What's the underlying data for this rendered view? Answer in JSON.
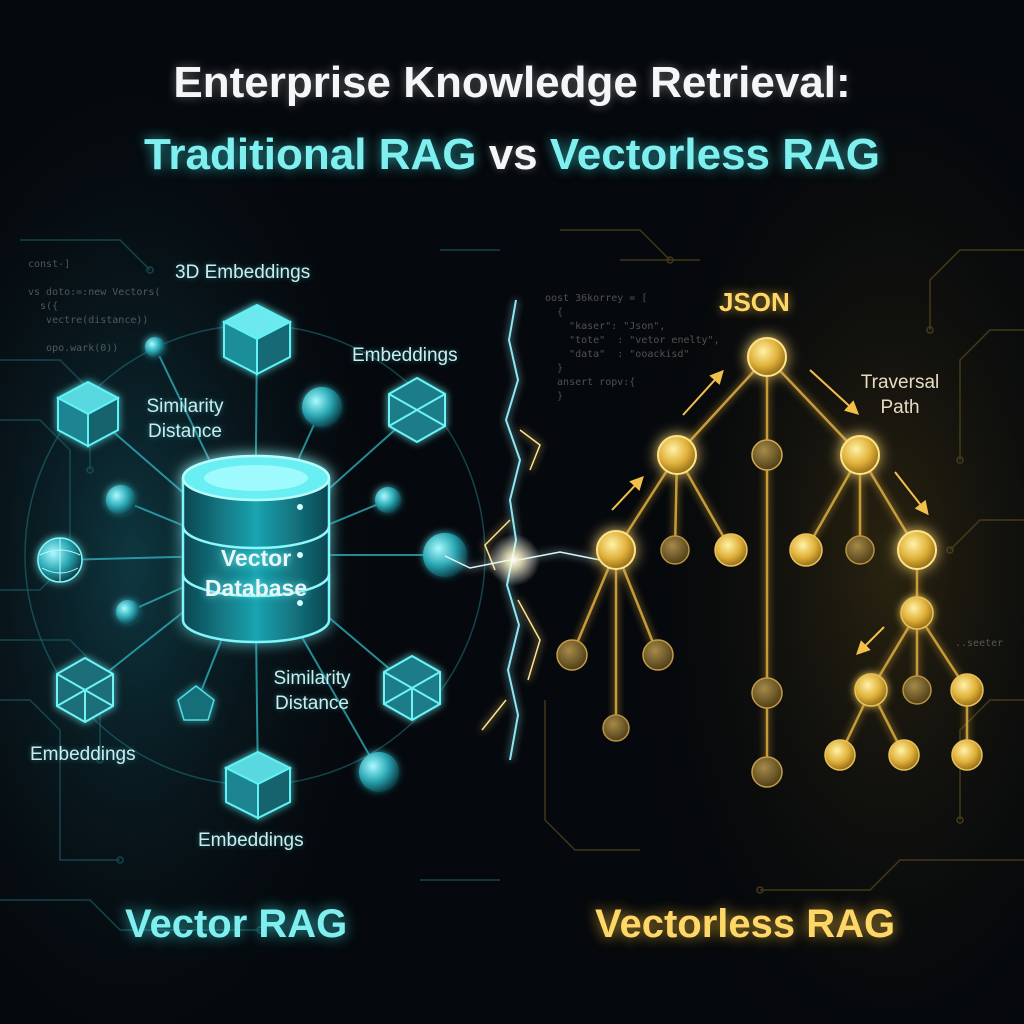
{
  "title": {
    "line1": "Enterprise Knowledge Retrieval:",
    "line2_left": "Traditional RAG",
    "line2_mid": "vs",
    "line2_right": "Vectorless RAG"
  },
  "vector_side": {
    "heading": "Vector RAG",
    "database_label": "Vector Database",
    "labels": {
      "embeddings_3d": "3D Embeddings",
      "embeddings_top_right": "Embeddings",
      "similarity_top": "Similarity Distance",
      "similarity_bottom": "Similarity Distance",
      "embeddings_left": "Embeddings",
      "embeddings_bottom": "Embeddings"
    },
    "accent_color": "#3fe6ec",
    "code_snippet": "const-]\n\nvs doto:=:new Vectors(\n  s({\n   vectre(distance))\n\n   opo.wark(0))"
  },
  "vectorless_side": {
    "heading": "Vectorless RAG",
    "tree_root_label": "JSON",
    "traversal_label": "Traversal Path",
    "accent_color": "#f7c948",
    "code_snippet": "oost 36korrey = [\n  {\n    \"kaser\": \"Json\",\n    \"tote\"  : \"vetor enelty\",\n    \"data\"  : \"ooackisd\"\n  }\n  ansert ropv:{\n  }",
    "code_right": "..seeter"
  },
  "icons": {
    "database": "database-cylinder-icon",
    "divider": "lightning-divider-icon"
  }
}
